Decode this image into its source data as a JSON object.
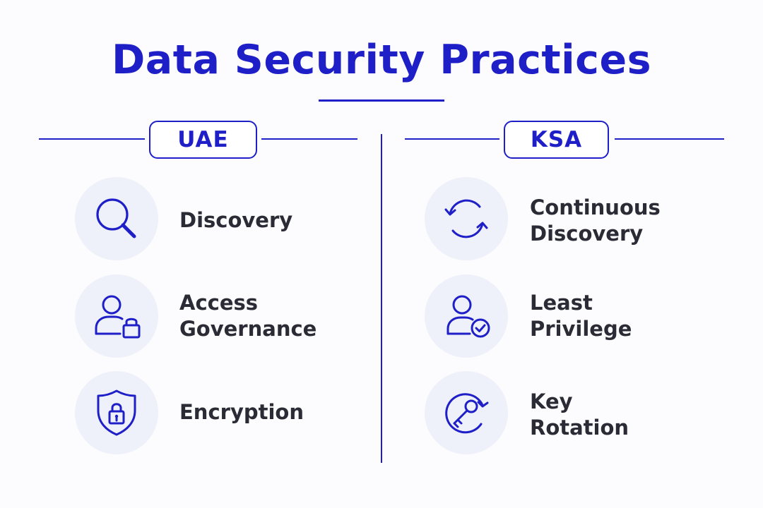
{
  "title": "Data Security Practices",
  "colors": {
    "accent": "#1f1fc8",
    "text": "#2b2b35",
    "circle": "#eef0fa",
    "background": "#fcfcfe"
  },
  "columns": [
    {
      "badge": "UAE",
      "items": [
        {
          "icon": "search-icon",
          "line1": "Discovery",
          "line2": ""
        },
        {
          "icon": "user-lock-icon",
          "line1": "Access",
          "line2": "Governance"
        },
        {
          "icon": "shield-lock-icon",
          "line1": "Encryption",
          "line2": ""
        }
      ]
    },
    {
      "badge": "KSA",
      "items": [
        {
          "icon": "refresh-cycle-icon",
          "line1": "Continuous",
          "line2": "Discovery"
        },
        {
          "icon": "user-check-icon",
          "line1": "Least",
          "line2": "Privilege"
        },
        {
          "icon": "key-rotation-icon",
          "line1": "Key",
          "line2": "Rotation"
        }
      ]
    }
  ]
}
